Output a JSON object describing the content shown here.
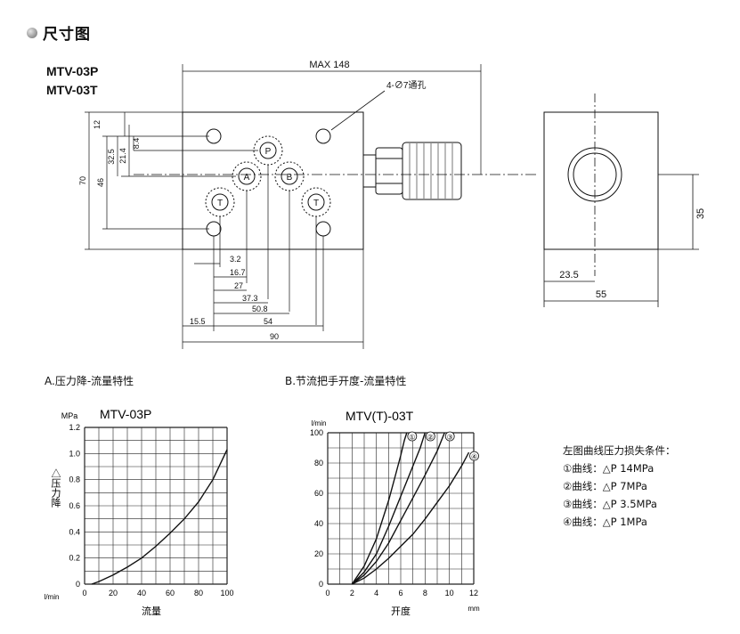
{
  "header": {
    "title": "尺寸图"
  },
  "models": [
    "MTV-03P",
    "MTV-03T"
  ],
  "drawing": {
    "max_dim": "MAX  148",
    "hole_note": "4-∅7通孔",
    "ports": {
      "P": "P",
      "A": "A",
      "B": "B",
      "T1": "T",
      "T2": "T"
    },
    "dims_v": [
      "12",
      "8.4",
      "21.4",
      "32.5",
      "46",
      "70"
    ],
    "dims_h": [
      "3.2",
      "16.7",
      "27",
      "37.3",
      "50.8",
      "54",
      "15.5",
      "90"
    ],
    "side_dims": [
      "35",
      "23.5",
      "55"
    ]
  },
  "captions": {
    "a": "A.压力降-流量特性",
    "b": "B.节流把手开度-流量特性"
  },
  "chart_data": [
    {
      "type": "line",
      "title": "MTV-03P",
      "ylabel_unit": "MPa",
      "ylabel": "△压力降",
      "xlabel": "流量",
      "xlabel_unit": "l/min",
      "xlim": [
        0,
        100
      ],
      "ylim": [
        0,
        1.2
      ],
      "xticks": [
        "0",
        "20",
        "40",
        "60",
        "80",
        "100"
      ],
      "yticks": [
        "0",
        "0.2",
        "0.4",
        "0.6",
        "0.8",
        "1.0",
        "1.2"
      ],
      "grid": true,
      "series": [
        {
          "x": [
            5,
            10,
            20,
            30,
            40,
            50,
            60,
            70,
            80,
            90,
            100
          ],
          "y": [
            0.0,
            0.02,
            0.07,
            0.13,
            0.2,
            0.29,
            0.39,
            0.5,
            0.63,
            0.8,
            1.03
          ]
        }
      ]
    },
    {
      "type": "line",
      "title": "MTV(T)-03T",
      "ylabel_unit": "l/min",
      "xlabel": "开度",
      "xlabel_unit": "mm",
      "xlim": [
        0,
        12
      ],
      "ylim": [
        0,
        100
      ],
      "xticks": [
        "0",
        "2",
        "4",
        "6",
        "8",
        "10",
        "12"
      ],
      "yticks": [
        "0",
        "20",
        "40",
        "60",
        "80",
        "100"
      ],
      "grid": true,
      "series": [
        {
          "name": "①",
          "x": [
            2,
            3,
            4,
            5,
            5.5,
            6,
            6.3,
            6.5
          ],
          "y": [
            0,
            12,
            30,
            55,
            70,
            85,
            95,
            100
          ]
        },
        {
          "name": "②",
          "x": [
            2,
            3,
            4,
            5,
            6,
            7,
            7.6,
            8
          ],
          "y": [
            0,
            8,
            20,
            38,
            58,
            78,
            90,
            100
          ]
        },
        {
          "name": "③",
          "x": [
            2,
            3,
            4,
            5,
            6,
            7,
            8,
            9,
            9.6
          ],
          "y": [
            0,
            6,
            15,
            27,
            42,
            57,
            72,
            88,
            100
          ]
        },
        {
          "name": "④",
          "x": [
            2,
            3,
            4,
            5,
            6,
            7,
            8,
            9,
            10,
            11,
            11.6
          ],
          "y": [
            0,
            4,
            10,
            17,
            25,
            33,
            43,
            54,
            65,
            78,
            87
          ]
        }
      ]
    }
  ],
  "legend": {
    "title": "左图曲线压力损失条件：",
    "items": [
      "①曲线：△P 14MPa",
      "②曲线：△P 7MPa",
      "③曲线：△P 3.5MPa",
      "④曲线：△P 1MPa"
    ]
  }
}
